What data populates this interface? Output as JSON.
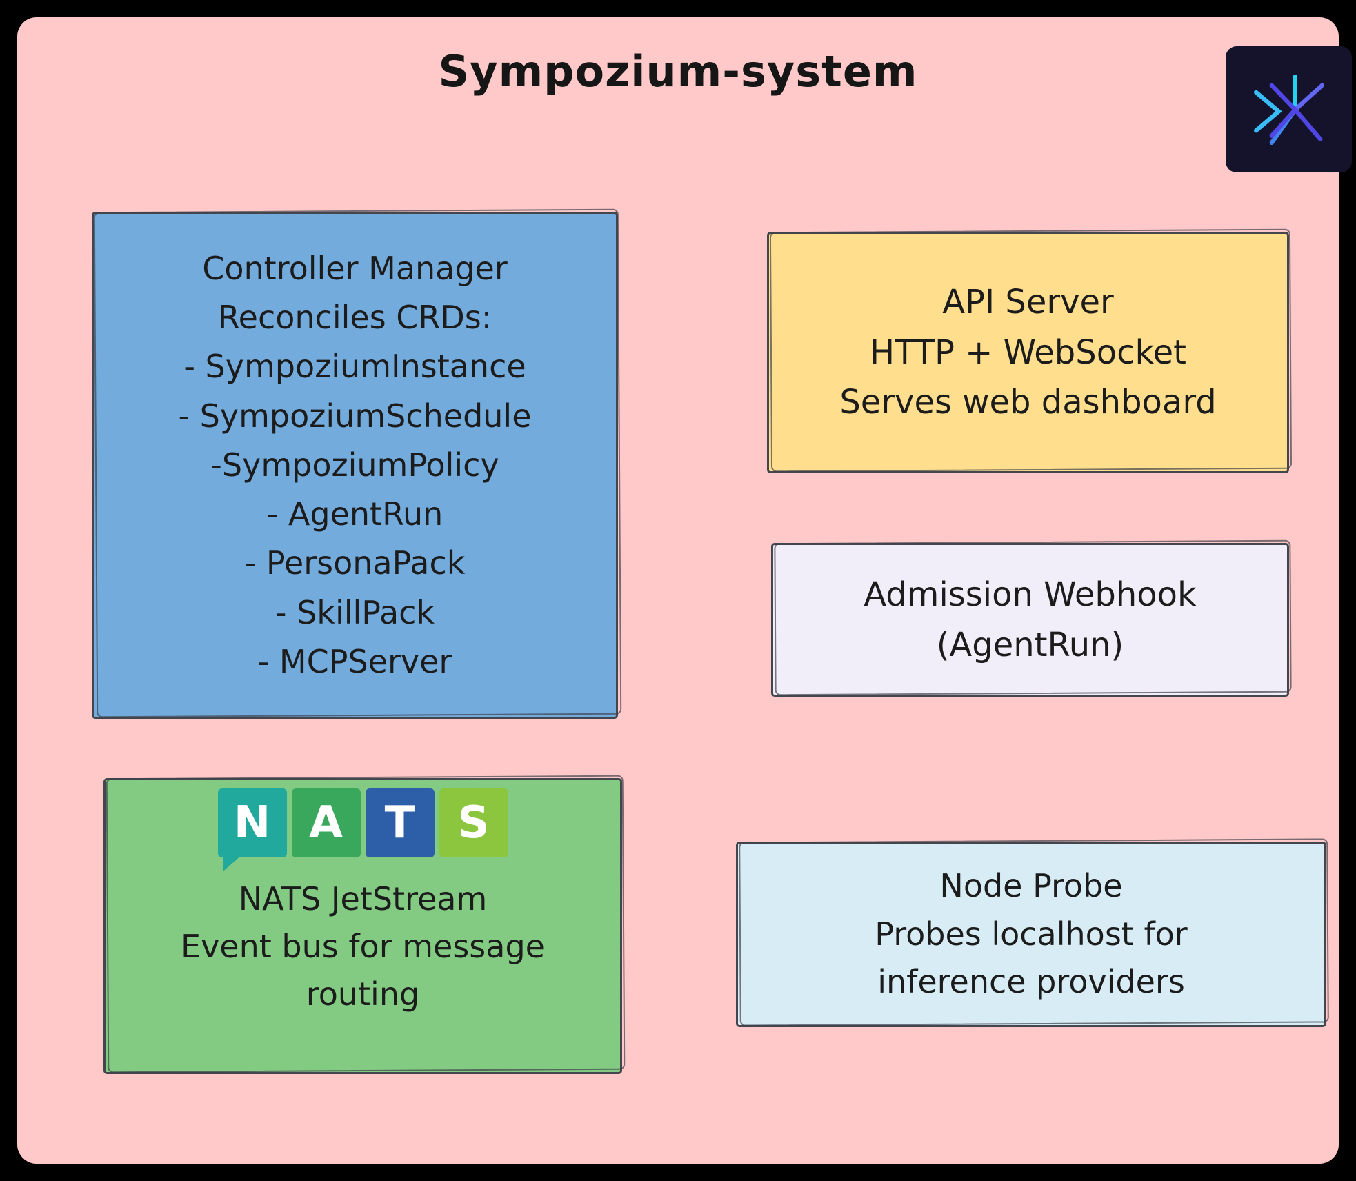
{
  "title": "Sympozium-system",
  "icons": {
    "app_logo": "sympozium-logo-mark"
  },
  "colors": {
    "background": "#000000",
    "system_frame": "#ffc9c9",
    "stroke": "#43464d"
  },
  "boxes": {
    "controller_manager": {
      "color": "#74abdd",
      "lines": [
        "Controller Manager",
        "Reconciles CRDs:",
        "- SympoziumInstance",
        "- SympoziumSchedule",
        "-SympoziumPolicy",
        "- AgentRun",
        "- PersonaPack",
        "- SkillPack",
        "- MCPServer"
      ]
    },
    "api_server": {
      "color": "#ffdf8d",
      "lines": [
        "API Server",
        "HTTP + WebSocket",
        "Serves web dashboard"
      ]
    },
    "admission_webhook": {
      "color": "#f1eef9",
      "lines": [
        "Admission Webhook",
        "(AgentRun)"
      ]
    },
    "nats": {
      "color": "#83ca83",
      "logo_letters": [
        "N",
        "A",
        "T",
        "S"
      ],
      "logo_colors": [
        "#22a99e",
        "#3aa85c",
        "#2d5fa8",
        "#8cc63f"
      ],
      "lines": [
        "NATS JetStream",
        "Event bus for message",
        "routing"
      ]
    },
    "node_probe": {
      "color": "#d7ecf4",
      "lines": [
        "Node Probe",
        "Probes localhost for",
        "inference providers"
      ]
    }
  }
}
